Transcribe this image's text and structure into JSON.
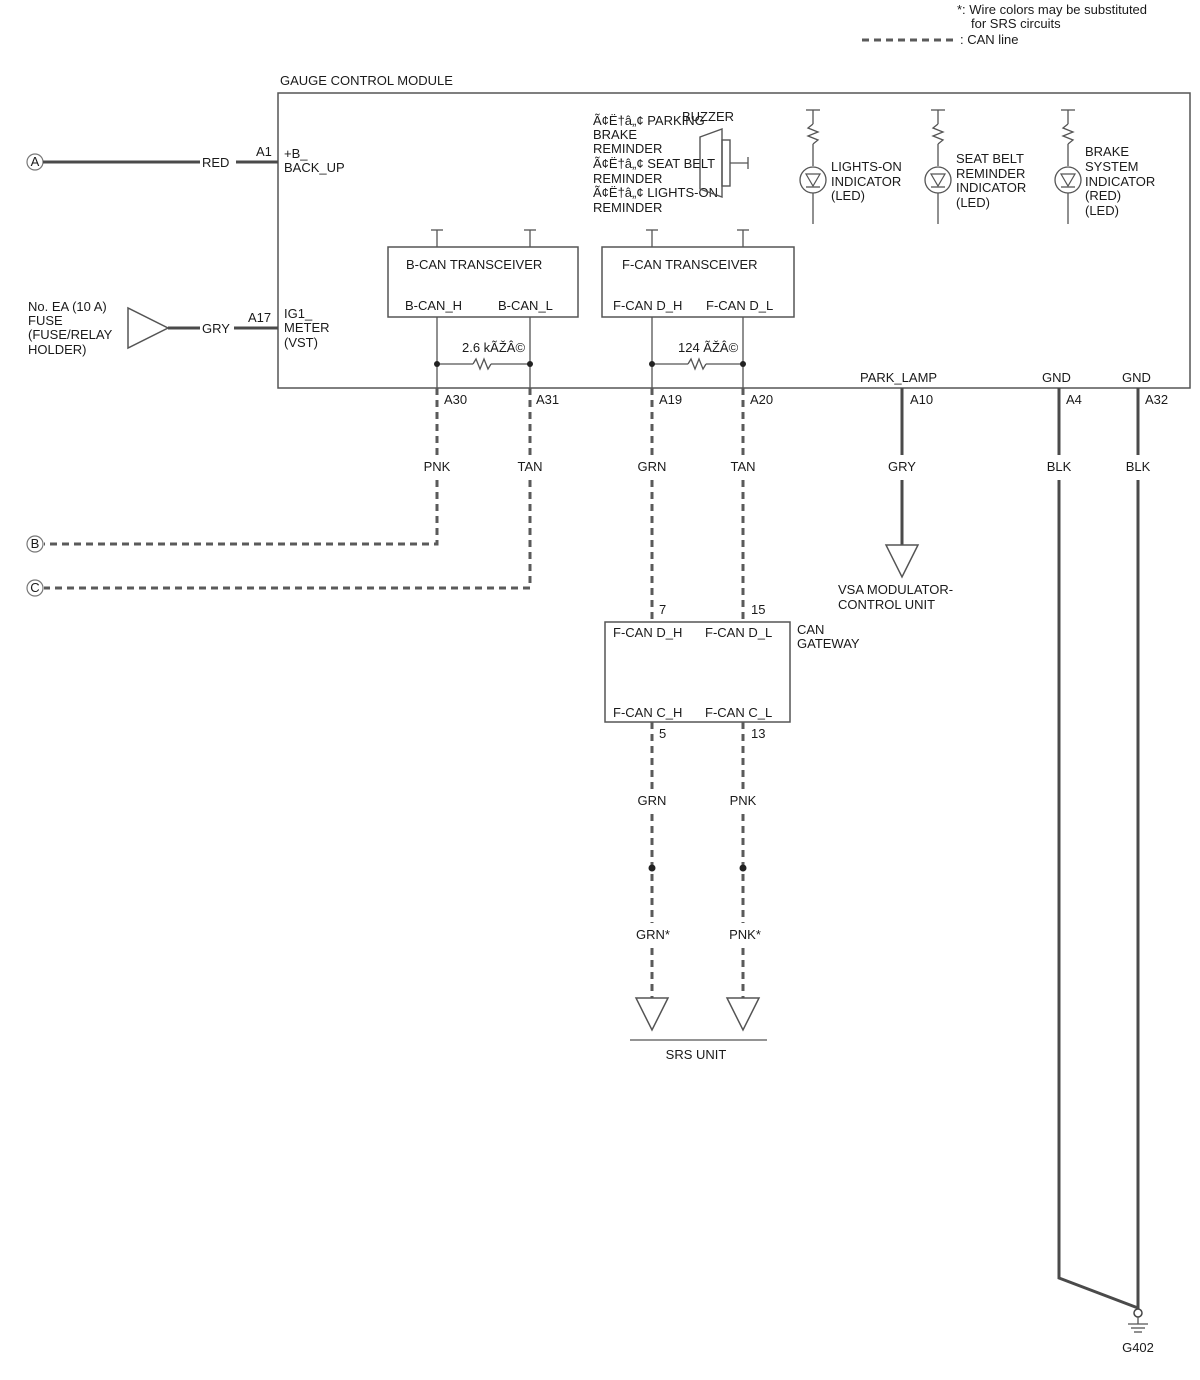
{
  "legend": {
    "note_line1": "*: Wire colors may be substituted",
    "note_line2": "for SRS circuits",
    "can_line": ": CAN line"
  },
  "gcm": {
    "title": "GAUGE CONTROL MODULE",
    "pin_a1": "A1",
    "backup_line1": "+B_",
    "backup_line2": "BACK_UP",
    "pin_a17": "A17",
    "ig1_line1": "IG1_",
    "ig1_line2": "METER",
    "ig1_line3": "(VST)",
    "reminder_lines": [
      "Ã¢Ë†â„¢ PARKING",
      "BRAKE",
      "REMINDER",
      "Ã¢Ë†â„¢ SEAT BELT",
      "REMINDER",
      "Ã¢Ë†â„¢ LIGHTS-ON",
      "REMINDER"
    ],
    "buzzer": "BUZZER",
    "lights_on_indicator": [
      "LIGHTS-ON",
      "INDICATOR",
      "(LED)"
    ],
    "seat_belt_indicator": [
      "SEAT BELT",
      "REMINDER",
      "INDICATOR",
      "(LED)"
    ],
    "brake_indicator": [
      "BRAKE",
      "SYSTEM",
      "INDICATOR",
      "(RED)",
      "(LED)"
    ],
    "bcan": {
      "title": "B-CAN TRANSCEIVER",
      "h": "B-CAN_H",
      "l": "B-CAN_L",
      "resistor": "2.6 kÃŽÂ©"
    },
    "fcan": {
      "title": "F-CAN TRANSCEIVER",
      "h": "F-CAN D_H",
      "l": "F-CAN D_L",
      "resistor": "124 ÃŽÂ©"
    },
    "park_lamp": "PARK_LAMP",
    "gnd1": "GND",
    "gnd2": "GND",
    "pins": {
      "a30": "A30",
      "a31": "A31",
      "a19": "A19",
      "a20": "A20",
      "a10": "A10",
      "a4": "A4",
      "a32": "A32"
    }
  },
  "wires": {
    "red": "RED",
    "gry_fuse": "GRY",
    "pnk": "PNK",
    "tan_b": "TAN",
    "grn": "GRN",
    "tan_f": "TAN",
    "gry_park": "GRY",
    "blk1": "BLK",
    "blk2": "BLK",
    "grn_srs": "GRN",
    "pnk_srs": "PNK",
    "grn_alt": "GRN*",
    "pnk_alt": "PNK*"
  },
  "fuse": [
    "No. EA (10 A)",
    "FUSE",
    "(FUSE/RELAY",
    "HOLDER)"
  ],
  "terminals": {
    "a": "A",
    "b": "B",
    "c": "C"
  },
  "gateway": {
    "label_line1": "CAN",
    "label_line2": "GATEWAY",
    "pin_7": "7",
    "pin_15": "15",
    "dh": "F-CAN D_H",
    "dl": "F-CAN D_L",
    "ch": "F-CAN C_H",
    "cl": "F-CAN C_L",
    "pin_5": "5",
    "pin_13": "13"
  },
  "vsa": [
    "VSA MODULATOR-",
    "CONTROL UNIT"
  ],
  "srs": "SRS UNIT",
  "ground": "G402"
}
